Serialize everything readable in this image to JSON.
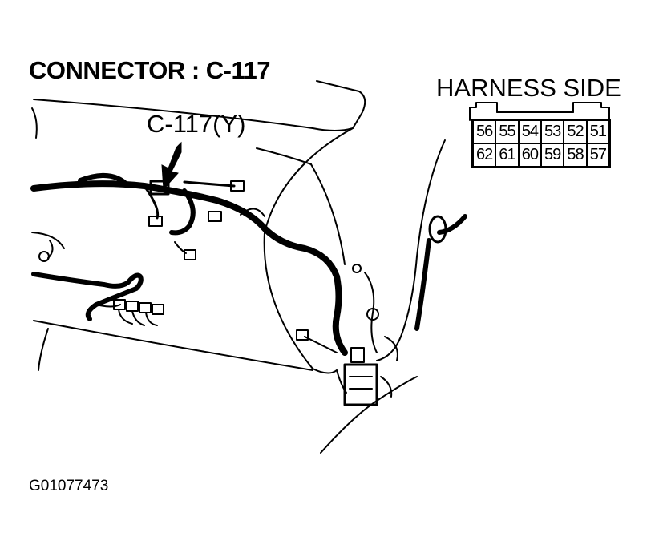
{
  "title": "CONNECTOR : C-117",
  "callout_label": "C-117(Y)",
  "harness_label": "HARNESS SIDE",
  "pins": {
    "top_row": [
      "56",
      "55",
      "54",
      "53",
      "52",
      "51"
    ],
    "bottom_row": [
      "62",
      "61",
      "60",
      "59",
      "58",
      "57"
    ]
  },
  "figure_id": "G01077473"
}
